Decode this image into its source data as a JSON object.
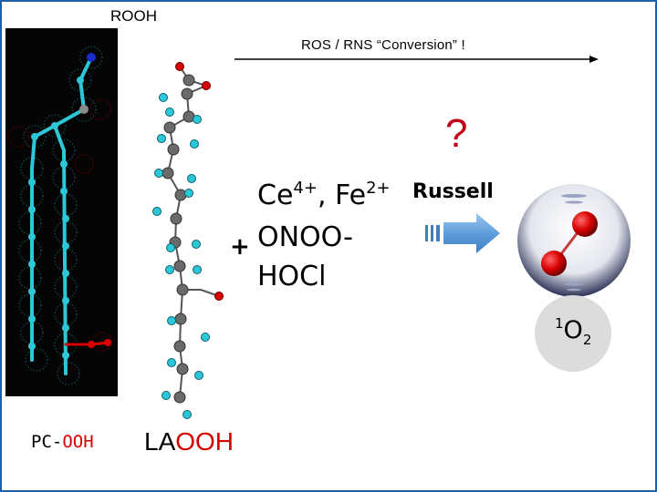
{
  "slide": {
    "title": "ROOH",
    "arrow_label": "ROS / RNS   “Conversion”  !",
    "question_mark": "?",
    "plus": "+",
    "reagents": {
      "line1_main": "Ce",
      "line1_sup1": "4+",
      "line1_mid": ", Fe",
      "line1_sup2": "2+",
      "line2": "ONOO-",
      "line3": "HOCl"
    },
    "russell_label": "Russell",
    "singlet_oxygen": {
      "superscript": "1",
      "symbol": "O",
      "subscript": "2"
    },
    "pc_label": {
      "prefix": "PC-",
      "suffix": "OOH"
    },
    "la_label": {
      "prefix": "LA",
      "suffix": "OOH"
    }
  },
  "colors": {
    "frame": "#1f5fa8",
    "carbon": "#6a6a6a",
    "hydrogen": "#22c8d8",
    "oxygen": "#d80000",
    "question": "#c0001a",
    "arrow_fill": "#5a9ad8",
    "highlight_red": "#d40000"
  },
  "icons": [
    "right-arrow-icon",
    "block-arrow-icon",
    "molecule-model-icon",
    "oxygen-molecule-icon"
  ]
}
